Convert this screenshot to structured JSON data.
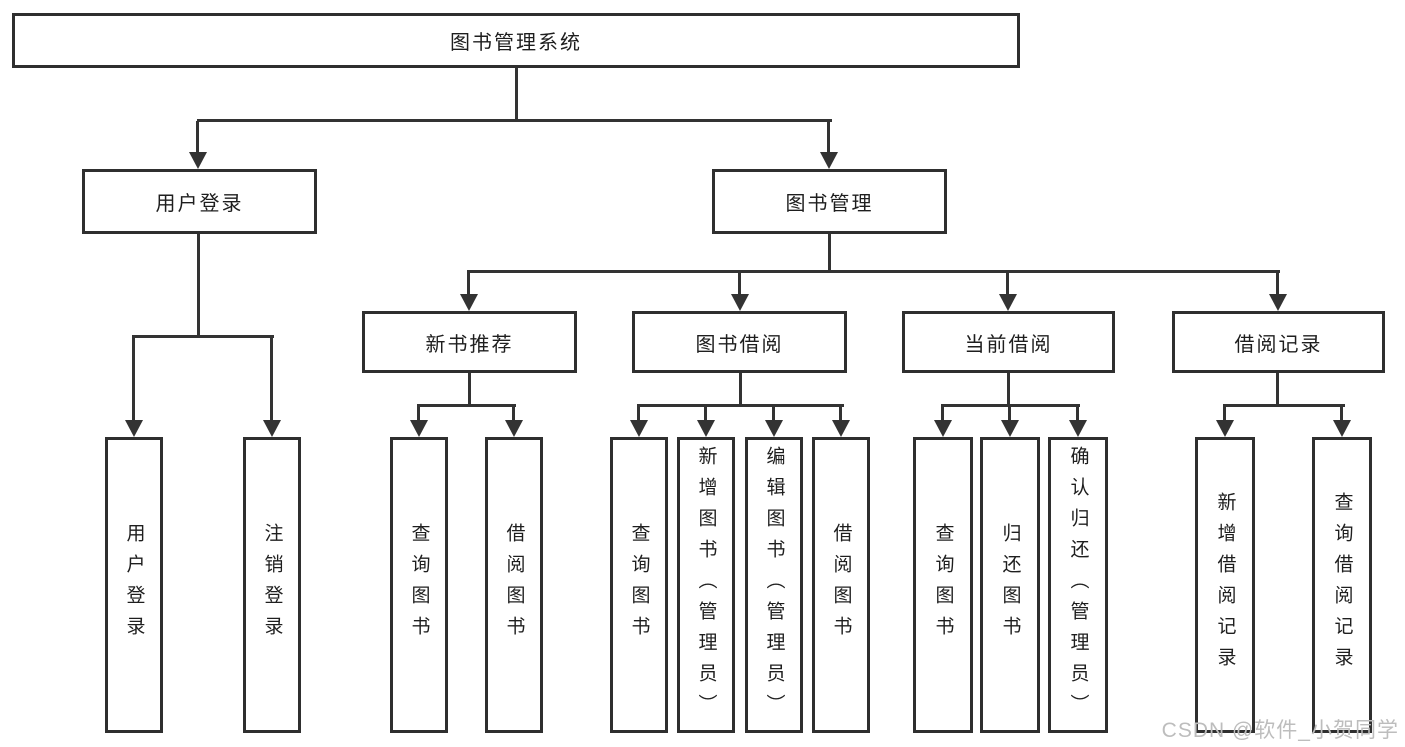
{
  "diagram": {
    "root": {
      "label": "图书管理系统"
    },
    "level2": [
      {
        "label": "用户登录"
      },
      {
        "label": "图书管理"
      }
    ],
    "level3": [
      {
        "label": "新书推荐"
      },
      {
        "label": "图书借阅"
      },
      {
        "label": "当前借阅"
      },
      {
        "label": "借阅记录"
      }
    ],
    "leaves": {
      "user_login": [
        {
          "label": "用户登录"
        },
        {
          "label": "注销登录"
        }
      ],
      "new_book_recommend": [
        {
          "label": "查询图书"
        },
        {
          "label": "借阅图书"
        }
      ],
      "book_borrowing": [
        {
          "label": "查询图书"
        },
        {
          "label": "新增图书（管理员）"
        },
        {
          "label": "编辑图书（管理员）"
        },
        {
          "label": "借阅图书"
        }
      ],
      "current_borrowing": [
        {
          "label": "查询图书"
        },
        {
          "label": "归还图书"
        },
        {
          "label": "确认归还（管理员）"
        }
      ],
      "borrowing_records": [
        {
          "label": "新增借阅记录"
        },
        {
          "label": "查询借阅记录"
        }
      ]
    },
    "colors": {
      "line": "#333333",
      "box_border": "#2f2f2f",
      "text": "#1e1e1e",
      "background": "#ffffff",
      "watermark": "#bdbdbd"
    },
    "watermark": "CSDN @软件_小贺同学"
  }
}
